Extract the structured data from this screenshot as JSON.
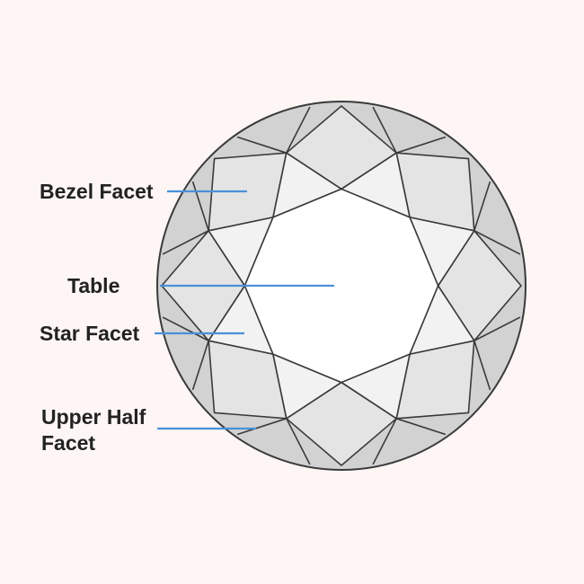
{
  "diagram": {
    "labels": {
      "bezel_facet": "Bezel Facet",
      "table": "Table",
      "star_facet": "Star Facet",
      "upper_half_facet_line1": "Upper Half",
      "upper_half_facet_line2": "Facet"
    }
  },
  "colors": {
    "background": "#fdf6f5",
    "callout_line": "#4a90d9",
    "facet_outline": "#3a3a3a",
    "table_fill": "#ffffff",
    "star_fill": "#f2f2f2",
    "bezel_fill": "#e4e4e4",
    "upper_half_fill": "#d2d2d2",
    "label_text": "#222222"
  }
}
